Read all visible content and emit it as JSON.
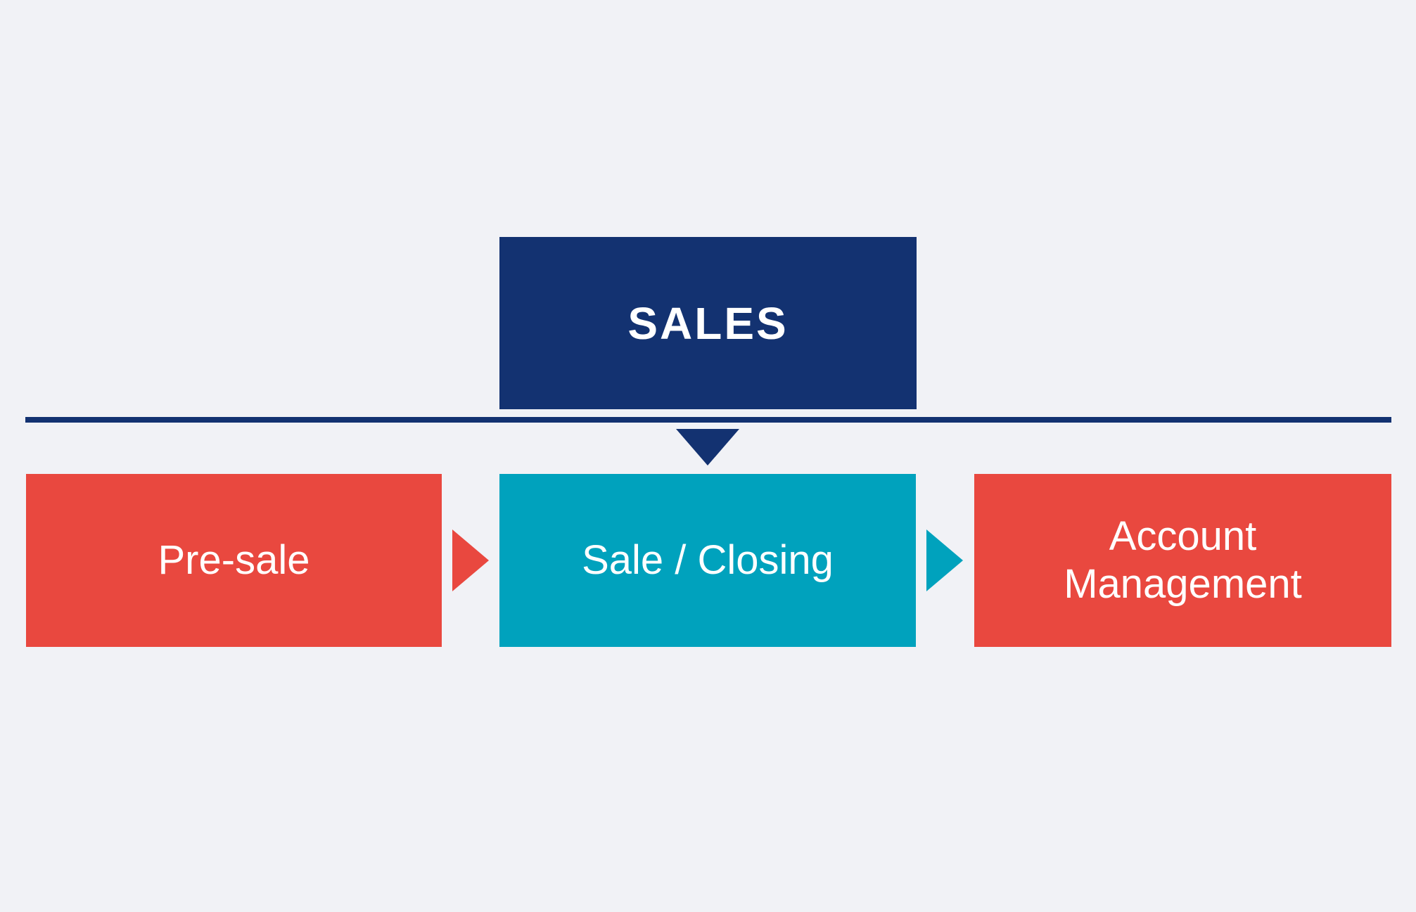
{
  "colors": {
    "background": "#f1f2f6",
    "navy": "#133271",
    "red": "#e9483f",
    "teal": "#00a2bd",
    "label_text": "#ffffff"
  },
  "header": {
    "label": "SALES"
  },
  "flow": {
    "steps": [
      {
        "label": "Pre-sale",
        "color_key": "red"
      },
      {
        "label": "Sale / Closing",
        "color_key": "teal"
      },
      {
        "label": "Account Management",
        "color_key": "red"
      }
    ]
  }
}
